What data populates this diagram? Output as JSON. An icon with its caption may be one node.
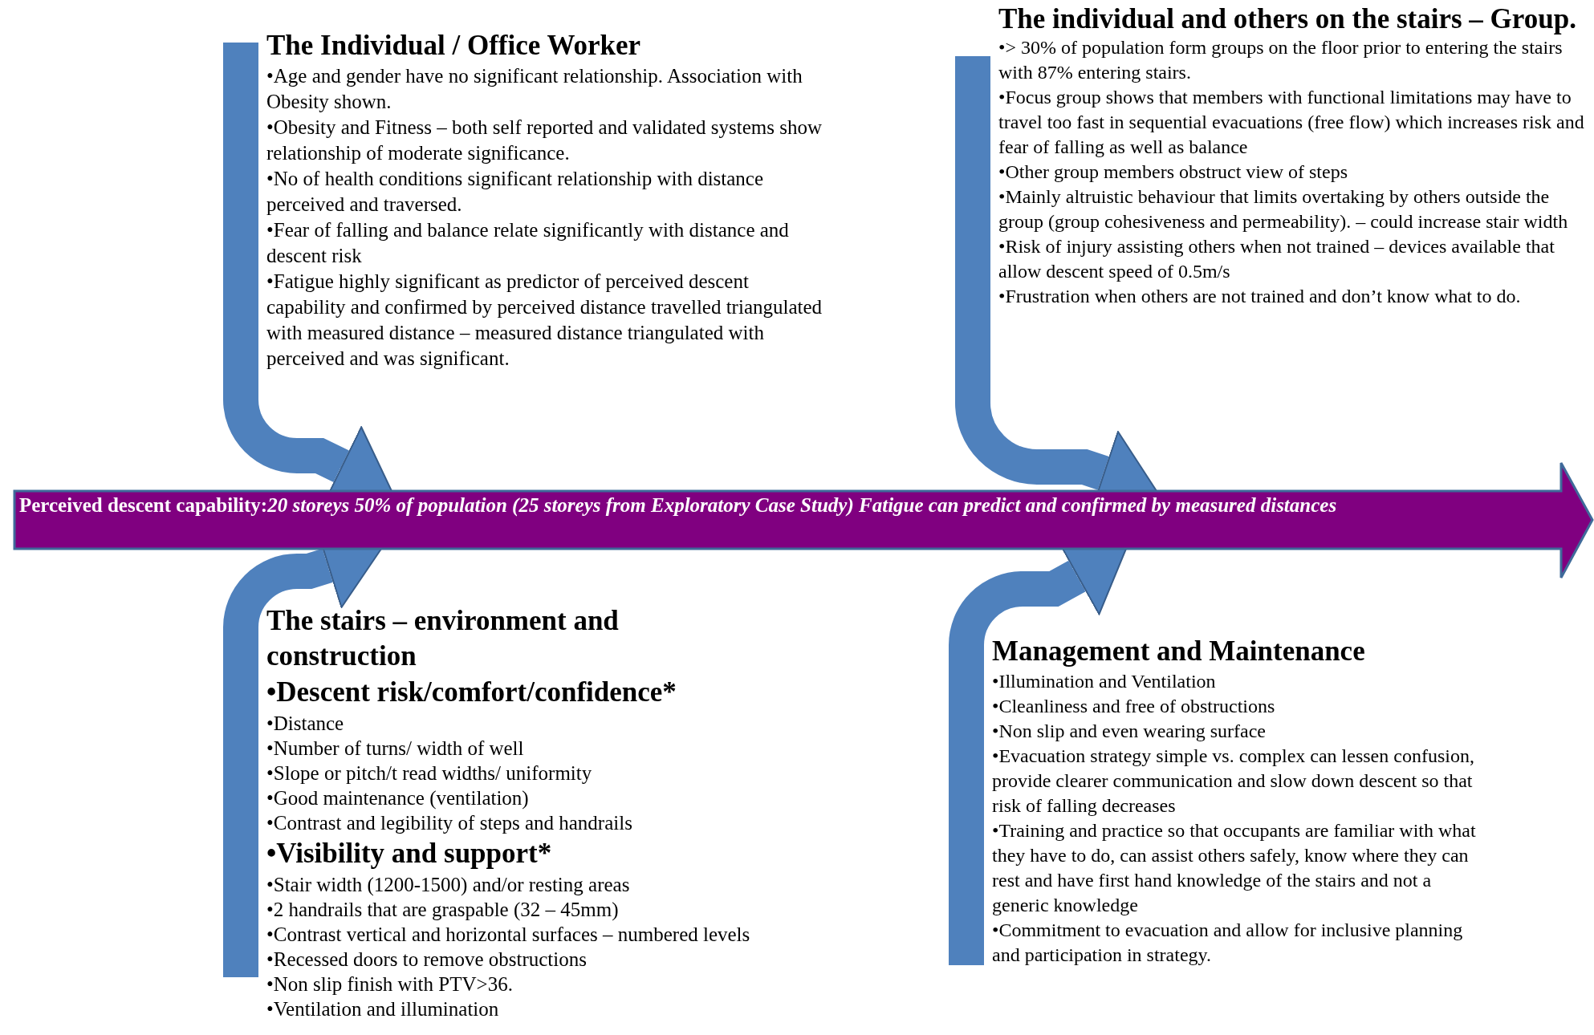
{
  "diagram": {
    "nodes": [
      {
        "text": [
          "Perceived descent capability:*20 storeys 50% of population (25 storeys from Exploratory Case Study) Fatigue can predict and confirmed by measured distances*"
        ]
      },
      {
        "text": [
          "The Individual / Office Worker",
          "•Age and gender have no significant relationship. Association with Obesity shown.",
          "•Obesity and Fitness – both self reported and validated systems show relationship of moderate significance.",
          "•No of health conditions significant relationship with distance perceived and traversed.",
          "•Fear of falling and balance relate significantly with distance and descent risk",
          "•Fatigue highly significant as predictor of perceived descent capability and confirmed by perceived distance travelled triangulated with measured distance – measured distance triangulated with perceived and was significant."
        ]
      },
      {
        "text": [
          "The individual and others on the stairs – Group.",
          "•> 30% of population form groups on the floor prior to entering the stairs with 87% entering stairs.",
          "•Focus group shows that members with functional limitations may have to travel too fast in sequential evacuations (free flow) which increases risk and fear of falling as well as balance",
          "•Other group members obstruct view of steps",
          "•Mainly altruistic behaviour that limits overtaking by others outside the group (group cohesiveness and permeability). – could increase stair width",
          "•Risk of injury assisting others when not trained – devices available that allow descent speed of 0.5m/s",
          "•Frustration when others are not trained and don’t know what to do."
        ]
      },
      {
        "text": [
          "The stairs – environment and construction",
          "•Descent risk/comfort/confidence*",
          "•Distance",
          "•Number of turns/ width of well",
          "•Slope or pitch/t read widths/ uniformity",
          "•Good maintenance (ventilation)",
          "•Contrast and legibility of steps and handrails",
          "•Visibility and support*",
          "•Stair width (1200-1500) and/or resting areas",
          "•2 handrails that are graspable (32 – 45mm)",
          "•Contrast vertical and horizontal surfaces – numbered levels",
          "•Recessed doors to remove obstructions",
          "•Non slip finish with PTV>36.",
          "•Ventilation and illumination"
        ]
      },
      {
        "text": [
          "Management and Maintenance",
          "•Illumination and Ventilation",
          "•Cleanliness and free of obstructions",
          "•Non slip and even wearing surface",
          "•Evacuation strategy simple vs. complex can lessen confusion, provide clearer communication and slow down descent so that risk of falling decreases",
          "•Training and practice so that occupants are familiar with what they have to do, can assist others safely, know where they can rest and have first hand knowledge of the stairs and not a generic knowledge",
          "•Commitment to evacuation and allow for inclusive planning and participation in strategy."
        ]
      }
    ],
    "edges": [
      {
        "from": 1,
        "to": 0,
        "arrow": "to"
      },
      {
        "from": 2,
        "to": 0,
        "arrow": "to"
      },
      {
        "from": 3,
        "to": 0,
        "arrow": "to"
      },
      {
        "from": 4,
        "to": 0,
        "arrow": "to"
      }
    ]
  }
}
